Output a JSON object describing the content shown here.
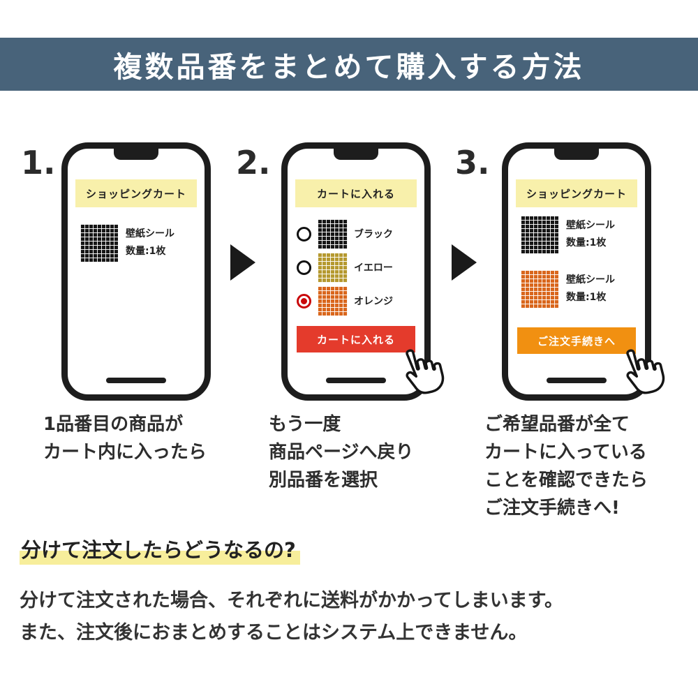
{
  "banner": {
    "title": "複数品番をまとめて購入する方法"
  },
  "steps": [
    {
      "number": "1.",
      "phone": {
        "header": "ショッピングカート",
        "products": [
          {
            "swatch": "black-tile",
            "name": "壁紙シール",
            "qty": "数量:1枚"
          }
        ]
      },
      "caption_lines": [
        "1品番目の商品が",
        "カート内に入ったら"
      ]
    },
    {
      "number": "2.",
      "phone": {
        "header": "カートに入れる",
        "options": [
          {
            "selected": false,
            "swatch": "black-tile",
            "label": "ブラック"
          },
          {
            "selected": false,
            "swatch": "yellow-tile",
            "label": "イエロー"
          },
          {
            "selected": true,
            "swatch": "orange-tile",
            "label": "オレンジ"
          }
        ],
        "button": {
          "label": "カートに入れる",
          "color": "#e43b2c"
        }
      },
      "caption_lines": [
        "もう一度",
        "商品ページへ戻り",
        "別品番を選択"
      ]
    },
    {
      "number": "3.",
      "phone": {
        "header": "ショッピングカート",
        "products": [
          {
            "swatch": "black-tile",
            "name": "壁紙シール",
            "qty": "数量:1枚"
          },
          {
            "swatch": "orange-tile",
            "name": "壁紙シール",
            "qty": "数量:1枚"
          }
        ],
        "button": {
          "label": "ご注文手続きへ",
          "color": "#f19011"
        }
      },
      "caption_lines": [
        "ご希望品番が全て",
        "カートに入っている",
        "ことを確認できたら",
        "ご注文手続きへ!"
      ]
    }
  ],
  "footer": {
    "heading": "分けて注文したらどうなるの?",
    "body_lines": [
      "分けて注文された場合、それぞれに送料がかかってしまいます。",
      "また、注文後におまとめすることはシステム上できません。"
    ]
  },
  "colors": {
    "banner_bg": "#48637a",
    "phone_header_yellow": "#f8f0ab",
    "highlight_yellow": "#f7ee9b",
    "red_button": "#e43b2c",
    "orange_button": "#f19011",
    "swatch_black": "#161616",
    "swatch_yellow": "#b5992f",
    "swatch_orange": "#d9661c",
    "radio_selected_red": "#c9080a",
    "text_dark": "#2d2d2d"
  },
  "icons": {
    "arrow": "arrow-right-icon",
    "hand": "hand-cursor-icon"
  }
}
